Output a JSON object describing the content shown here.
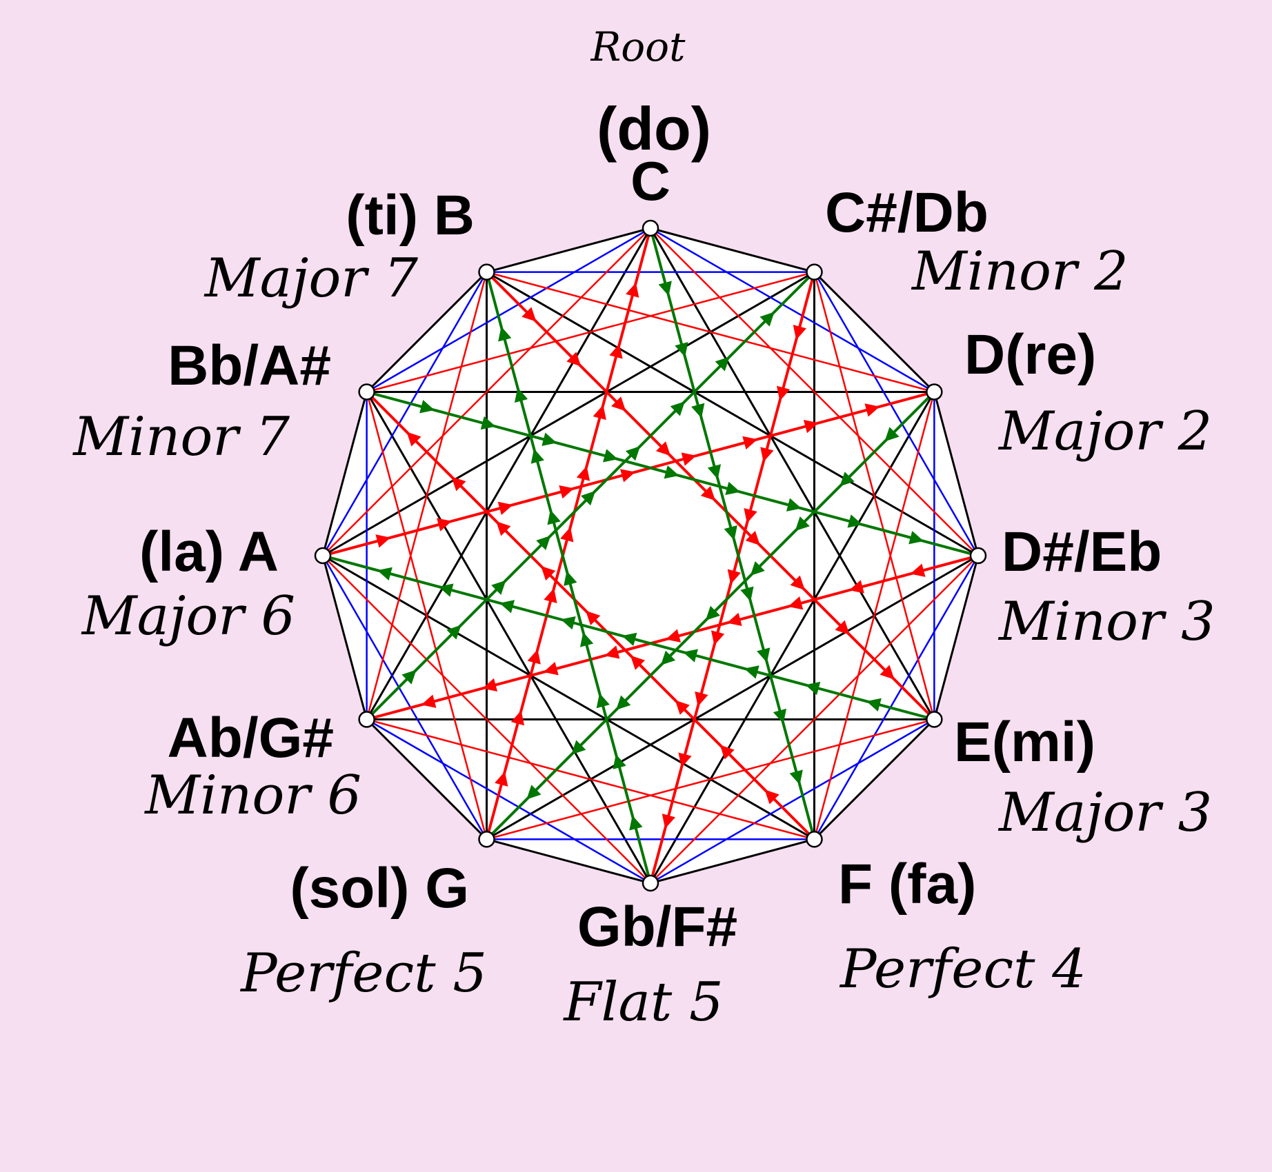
{
  "diagram": {
    "header_label": "Root",
    "colors": {
      "background": "#f5dff0",
      "polygon_fill": "#ffffff",
      "black_lines": "#000000",
      "blue_lines": "#0000ff",
      "red_lines": "#ff0000",
      "green_lines": "#007700"
    },
    "nodes": [
      {
        "note": "(do)",
        "note2": "C",
        "interval": ""
      },
      {
        "note": "C#/Db",
        "interval": "Minor 2"
      },
      {
        "note": "D(re)",
        "interval": "Major 2"
      },
      {
        "note": "D#/Eb",
        "interval": "Minor 3"
      },
      {
        "note": "E(mi)",
        "interval": "Major 3"
      },
      {
        "note": "F (fa)",
        "interval": "Perfect 4"
      },
      {
        "note": "Gb/F#",
        "interval": "Flat 5"
      },
      {
        "note": "(sol) G",
        "interval": "Perfect 5"
      },
      {
        "note": "Ab/G#",
        "interval": "Minor 6"
      },
      {
        "note": "(la) A",
        "interval": "Major 6"
      },
      {
        "note": "Bb/A#",
        "interval": "Minor 7"
      },
      {
        "note": "(ti) B",
        "interval": "Major 7"
      }
    ]
  }
}
